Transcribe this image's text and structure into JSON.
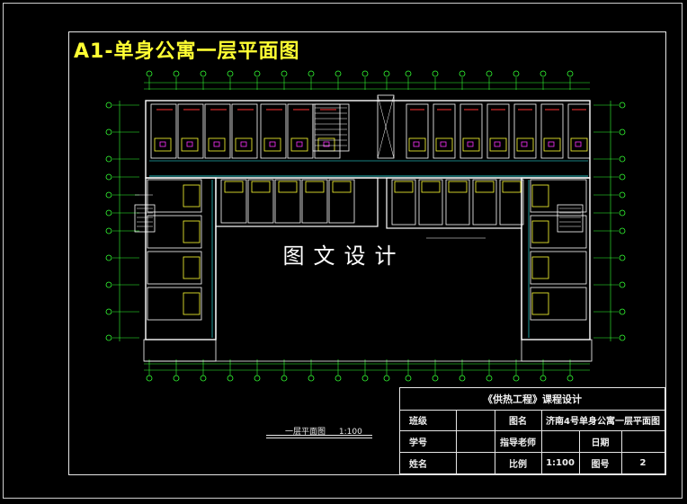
{
  "drawing_title": "A1-单身公寓一层平面图",
  "watermark": "图文设计",
  "scale_label": {
    "name": "一层平面图",
    "ratio": "1:100"
  },
  "title_block": {
    "heading": "《供热工程》课程设计",
    "rows": [
      {
        "c1": "班级",
        "c2": "",
        "c3": "图名",
        "c4": "济南4号单身公寓一层平面图",
        "c5": "",
        "c6": ""
      },
      {
        "c1": "学号",
        "c2": "",
        "c3": "指导老师",
        "c4": "",
        "c5": "日期",
        "c6": ""
      },
      {
        "c1": "姓名",
        "c2": "",
        "c3": "比例",
        "c4": "1:100",
        "c5": "图号",
        "c6": "2"
      }
    ]
  },
  "colors": {
    "wall": "#ffffff",
    "accent": "#ffff33",
    "grid": "#33ff33",
    "pipe": "#33ffff",
    "magenta": "#ff33ff",
    "red": "#ff3333"
  }
}
